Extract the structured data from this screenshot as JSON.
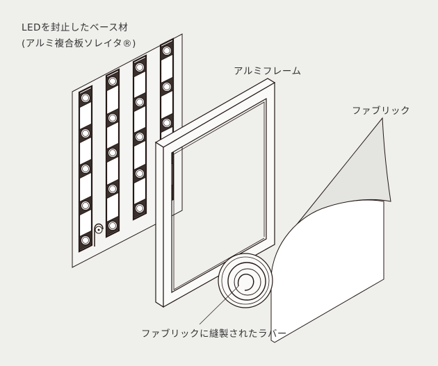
{
  "labels": {
    "base_line1": "LEDを封止したベース材",
    "base_line2": "(アルミ複合板ソレイタ®)",
    "frame": "アルミフレーム",
    "fabric": "ファブリック",
    "rubber": "ファブリックに縫製されたラバー"
  },
  "colors": {
    "background": "#efefec",
    "line": "#231815",
    "fabric_back": "#e4e4e1"
  }
}
